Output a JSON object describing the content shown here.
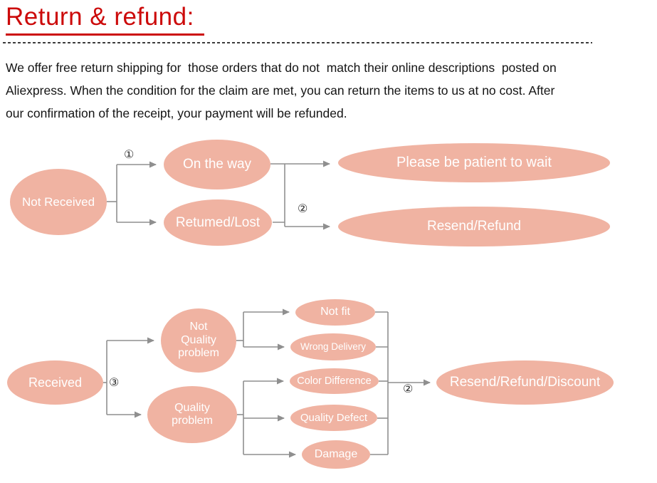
{
  "header": {
    "title": "Return & refund:"
  },
  "intro": {
    "lines": [
      "We offer free return shipping for  those orders that do not  match their online descriptions  posted on",
      "Aliexpress. When the condition for the claim are met, you can return the items to us at no cost. After",
      "our confirmation of the receipt, your payment will be refunded."
    ]
  },
  "colors": {
    "title_red": "#cc0a0a",
    "node_fill": "#f0b3a2",
    "node_text": "#ffffff",
    "connector_gray": "#8f8f8f"
  },
  "flowchart1": {
    "steps": {
      "s1": "①",
      "s2": "②"
    },
    "nodes": {
      "not_received": "Not Received",
      "on_the_way": "On the way",
      "returned_lost": "Retumed/Lost",
      "please_wait": "Please be patient to wait",
      "resend_refund": "Resend/Refund"
    }
  },
  "flowchart2": {
    "steps": {
      "s3": "③",
      "s2": "②"
    },
    "nodes": {
      "received": "Received",
      "not_quality_problem": "Not Quality problem",
      "quality_problem": "Quality problem",
      "not_fit": "Not fit",
      "wrong_delivery": "Wrong Delivery",
      "color_difference": "Color Difference",
      "quality_defect": "Quality Defect",
      "damage": "Damage",
      "resend_refund_discount": "Resend/Refund/Discount"
    }
  }
}
